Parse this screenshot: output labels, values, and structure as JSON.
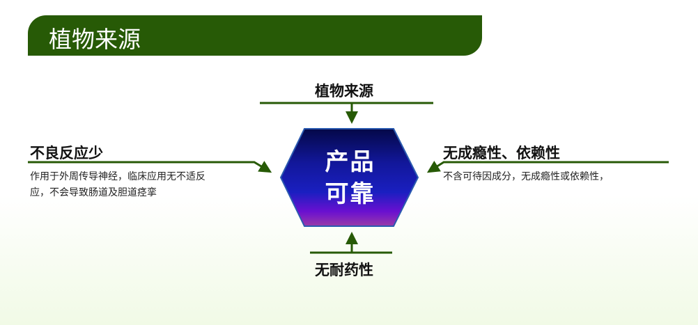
{
  "header": {
    "title": "植物来源"
  },
  "center": {
    "line1": "产品",
    "line2": "可靠"
  },
  "top": {
    "label": "植物来源"
  },
  "bottom": {
    "label": "无耐药性"
  },
  "left": {
    "label": "不良反应少",
    "desc_line1": "作用于外周传导神经，临床应用无不适反",
    "desc_line2": "应，不会导致肠道及胆道痉挛"
  },
  "right": {
    "label": "无成瘾性、依赖性",
    "desc": "不含可待因成分，无成瘾性或依赖性，"
  },
  "colors": {
    "green": "#275a06",
    "hex_top": "#050a4a",
    "hex_mid": "#1a1fb8",
    "hex_bottom": "#8a2fb0"
  }
}
